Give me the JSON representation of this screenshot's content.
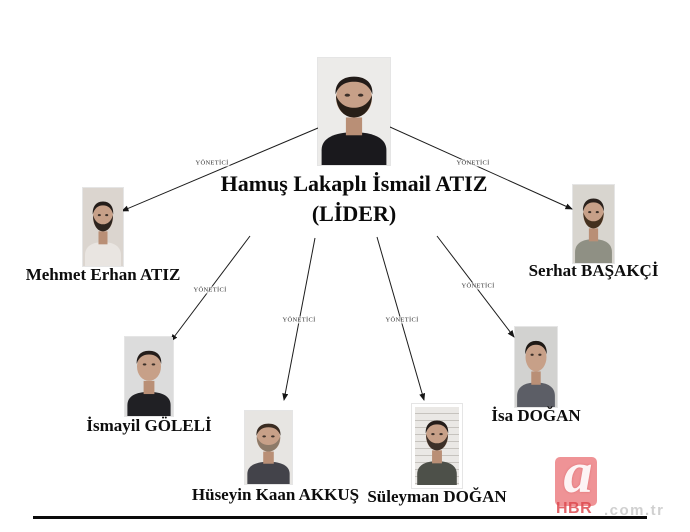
{
  "diagram": {
    "leader": {
      "name": "Hamuş Lakaplı İsmail ATIZ",
      "title": "(LİDER)"
    },
    "edge_label": "YÖNETİCİ",
    "members": [
      {
        "name": "Mehmet Erhan ATIZ"
      },
      {
        "name": "Serhat BAŞAKÇİ"
      },
      {
        "name": "İsmayil GÖLELİ"
      },
      {
        "name": "Hüseyin Kaan AKKUŞ"
      },
      {
        "name": "Süleyman DOĞAN"
      },
      {
        "name": "İsa DOĞAN"
      }
    ]
  },
  "watermark": {
    "logo_letter": "a",
    "brand_text": "HBR",
    "domain_suffix": ".com.tr",
    "accent_red": "#e23b3f",
    "suffix_grey": "#cdcdcd"
  }
}
